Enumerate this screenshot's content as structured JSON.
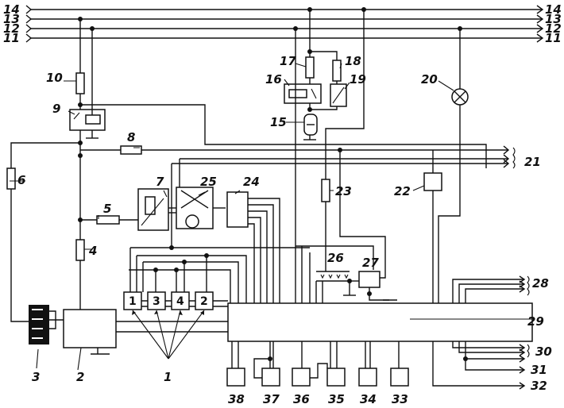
{
  "labels": {
    "bus_14": "14",
    "bus_13": "13",
    "bus_12": "12",
    "bus_11": "11",
    "bus_14_r": "14",
    "bus_13_r": "13",
    "bus_12_r": "12",
    "bus_11_r": "11",
    "n1": "1",
    "n2": "2",
    "n3": "3",
    "n4": "4",
    "n5": "5",
    "n6": "6",
    "n7": "7",
    "n8": "8",
    "n9": "9",
    "n10": "10",
    "n15": "15",
    "n16": "16",
    "n17": "17",
    "n18": "18",
    "n19": "19",
    "n20": "20",
    "n21": "21",
    "n22": "22",
    "n23": "23",
    "n24": "24",
    "n25": "25",
    "n26": "26",
    "n27": "27",
    "n28": "28",
    "n29": "29",
    "n30": "30",
    "n31": "31",
    "n32": "32",
    "n33": "33",
    "n34": "34",
    "n35": "35",
    "n36": "36",
    "n37": "37",
    "n38": "38"
  },
  "sensor_boxes": [
    "1",
    "3",
    "4",
    "2"
  ]
}
